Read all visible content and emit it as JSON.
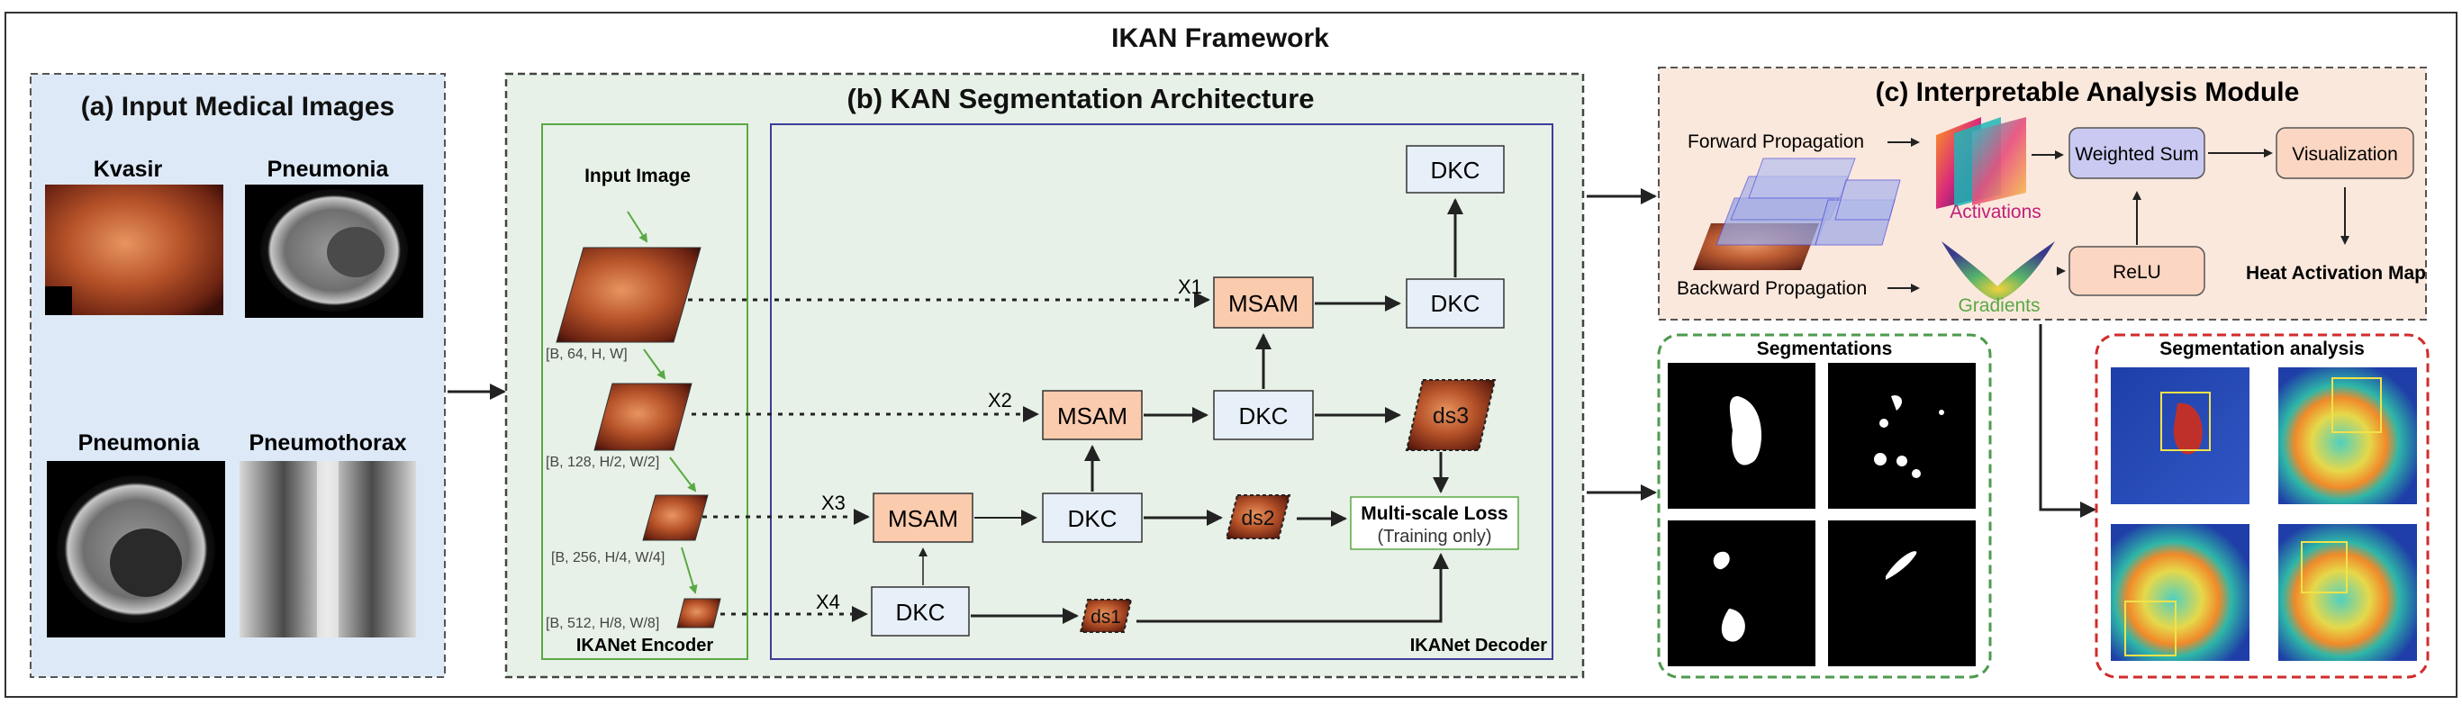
{
  "title": "IKAN Framework",
  "panel_a": {
    "title": "(a)  Input Medical Images",
    "images": [
      {
        "label": "Kvasir"
      },
      {
        "label": "Pneumonia"
      },
      {
        "label": "Pneumonia"
      },
      {
        "label": "Pneumothorax"
      }
    ]
  },
  "panel_b": {
    "title": "(b)  KAN Segmentation Architecture",
    "input_label": "Input Image",
    "encoder_label": "IKANet Encoder",
    "decoder_label": "IKANet Decoder",
    "shapes": [
      "[B, 64, H, W]",
      "[B, 128, H/2, W/2]",
      "[B, 256, H/4, W/4]",
      "[B, 512, H/8, W/8]"
    ],
    "skips": [
      "X1",
      "X2",
      "X3",
      "X4"
    ],
    "blocks": {
      "dkc": "DKC",
      "msam": "MSAM"
    },
    "outputs": [
      "ds1",
      "ds2",
      "ds3"
    ],
    "loss_title": "Multi-scale Loss",
    "loss_sub": "(Training only)"
  },
  "panel_c": {
    "title": "(c)  Interpretable Analysis Module",
    "forward": "Forward Propagation",
    "backward": "Backward Propagation",
    "activations": "Activations",
    "gradients": "Gradients",
    "weighted_sum": "Weighted Sum",
    "relu": "ReLU",
    "visualization": "Visualization",
    "heat_map": "Heat Activation Map"
  },
  "segmentations": {
    "title": "Segmentations"
  },
  "seg_analysis": {
    "title": "Segmentation analysis"
  },
  "colors": {
    "panel_a_bg": "#dde9f6",
    "panel_b_bg": "#e7f1e7",
    "panel_c_bg": "#fbe8dc",
    "msam_fill": "#fbcbae",
    "dkc_fill": "#e7eff8",
    "ws_fill": "#c9c9f1",
    "relu_fill": "#fbd6c2",
    "seg_border": "#4e9a4e",
    "analysis_border": "#d22b2b"
  }
}
